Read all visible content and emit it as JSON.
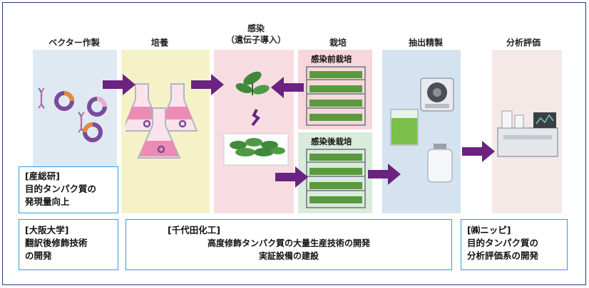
{
  "stages": {
    "vector": "ベクター作製",
    "culture": "培養",
    "infection_line1": "感染",
    "infection_line2": "（遺伝子導入）",
    "cultivation": "栽培",
    "extraction": "抽出精製",
    "analysis": "分析評価"
  },
  "shelves": {
    "pre": "感染前栽培",
    "post": "感染後栽培"
  },
  "boxes": {
    "sanso": {
      "org": "[産総研]",
      "line1": "目的タンパク質の",
      "line2": "発現量向上"
    },
    "osaka": {
      "org": "[大阪大学]",
      "line1": "翻訳後修飾技術",
      "line2": "の開発"
    },
    "chiyoda": {
      "org": "[千代田化工]",
      "line1": "高度修飾タンパク質の大量生産技術の開発",
      "line2": "実証設備の建設"
    },
    "nippi": {
      "org": "[㈱ニッピ]",
      "line1": "目的タンパク質の",
      "line2": "分析評価系の開発"
    }
  },
  "colors": {
    "vector_bg": "#dfe9f1",
    "culture_bg": "#f6f2c8",
    "infection_bg": "#f7dde2",
    "shelf_pre_bg": "#f7d7dc",
    "shelf_post_bg": "#d9ecdc",
    "extraction_bg": "#d4e3ef",
    "analysis_bg": "#f4e9e6",
    "arrow": "#6a2380",
    "box_border": "#2f9fd8"
  }
}
